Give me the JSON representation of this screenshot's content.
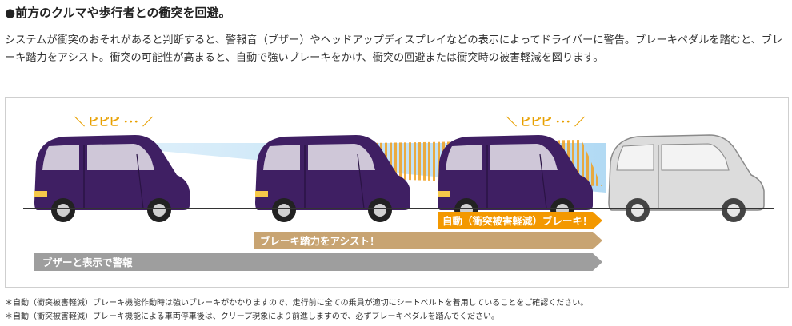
{
  "heading": "●前方のクルマや歩行者との衝突を回避。",
  "description": "システムが衝突のおそれがあると判断すると、警報音（ブザー）やヘッドアップディスプレイなどの表示によってドライバーに警告。ブレーキペダルを踏むと、ブレーキ踏力をアシスト。衝突の可能性が高まると、自動で強いブレーキをかけ、衝突の回避または衝突時の被害軽減を図ります。",
  "beep_left": "＼ ピピピ ･･･ ／",
  "beep_right": "＼ ピピピ ･･･ ／",
  "stages": [
    {
      "label": "自動（衝突被害軽減）ブレーキ！",
      "color": "#f39800"
    },
    {
      "label": "ブレーキ踏力をアシスト！",
      "color": "#c8a472"
    },
    {
      "label": "ブザーと表示で警報",
      "color": "#9e9e9e"
    }
  ],
  "colors": {
    "car_purple": "#3f1f63",
    "car_gray": "#d9d9d9",
    "sensor_orange": "#f0a020",
    "beam_blue": "#cfe8f7"
  },
  "notes": [
    "＊自動（衝突被害軽減）ブレーキ機能作動時は強いブレーキがかかりますので、走行前に全ての乗員が適切にシートベルトを着用していることをご確認ください。",
    "＊自動（衝突被害軽減）ブレーキ機能による車両停車後は、クリープ現象により前進しますので、必ずブレーキペダルを踏んでください。"
  ]
}
